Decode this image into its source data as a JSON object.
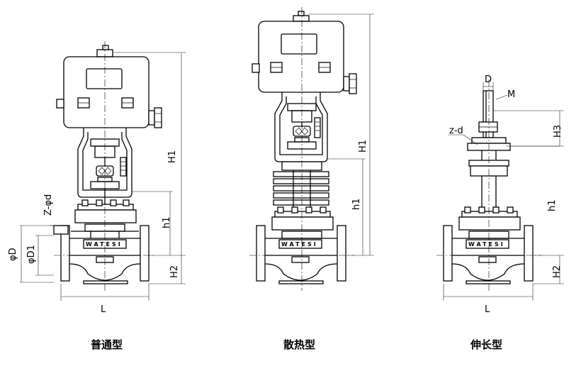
{
  "figure": {
    "captions": {
      "standard": "普通型",
      "finned": "散热型",
      "extended": "伸长型"
    },
    "nameplate": "WATESI",
    "dimensions": {
      "H1": "H1",
      "h1": "h1",
      "H2": "H2",
      "H3": "H3",
      "L": "L",
      "D": "D",
      "M": "M",
      "phiD": "φD",
      "phiD1": "φD1",
      "Z_phid": "Z-φd",
      "z_d": "z-d"
    }
  }
}
